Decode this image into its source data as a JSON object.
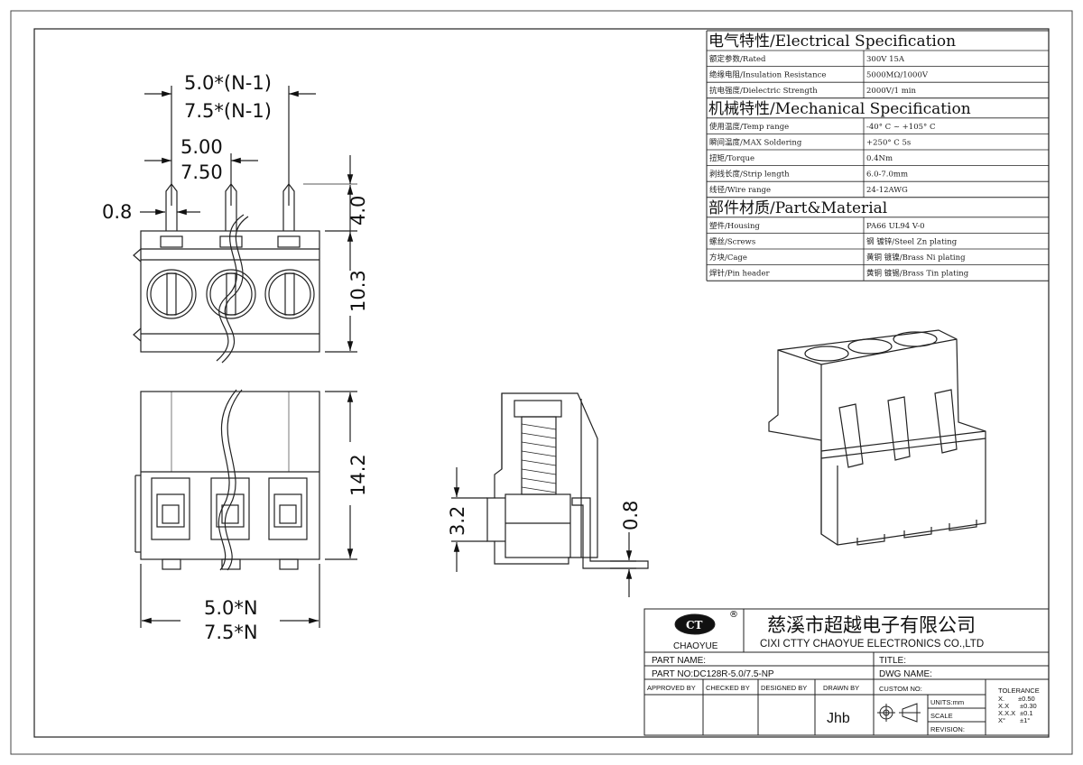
{
  "spec_table": {
    "sections": [
      {
        "title": "电气特性/Electrical Specification",
        "rows": [
          {
            "label": "额定参数/Rated",
            "value": "300V 15A"
          },
          {
            "label": "绝缘电阻/Insulation Resistance",
            "value": "5000MΩ/1000V"
          },
          {
            "label": "抗电强度/Dielectric Strength",
            "value": "2000V/1 min"
          }
        ]
      },
      {
        "title": "机械特性/Mechanical Specification",
        "rows": [
          {
            "label": "使用温度/Temp range",
            "value": "-40° C ~ +105° C"
          },
          {
            "label": "瞬间温度/MAX Soldering",
            "value": "+250° C   5s"
          },
          {
            "label": "扭矩/Torque",
            "value": "0.4Nm"
          },
          {
            "label": "剥线长度/Strip length",
            "value": "6.0-7.0mm"
          },
          {
            "label": "线径/Wire range",
            "value": "24-12AWG"
          }
        ]
      },
      {
        "title": "部件材质/Part&Material",
        "rows": [
          {
            "label": "塑件/Housing",
            "value": "PA66 UL94 V-0"
          },
          {
            "label": "螺丝/Screws",
            "value": "钢 镀锌/Steel Zn plating"
          },
          {
            "label": "方块/Cage",
            "value": "黄铜 镀镍/Brass Ni plating"
          },
          {
            "label": "焊针/Pin header",
            "value": "黄铜 镀锡/Brass Tin plating"
          }
        ]
      }
    ]
  },
  "dimensions": {
    "top_pitch_n1_a": "5.0*(N-1)",
    "top_pitch_n1_b": "7.5*(N-1)",
    "pitch_a": "5.00",
    "pitch_b": "7.50",
    "pin_width": "0.8",
    "pin_height": "4.0",
    "body_height_top": "10.3",
    "body_height_front": "14.2",
    "total_width_a": "5.0*N",
    "total_width_b": "7.5*N",
    "side_height": "3.2",
    "side_pin": "0.8"
  },
  "title_block": {
    "logo_text": "CHAOYUE",
    "logo_mark": "®",
    "company_cn": "慈溪市超越电子有限公司",
    "company_en": "CIXI CTTY CHAOYUE ELECTRONICS CO.,LTD",
    "part_name_label": "PART NAME:",
    "title_label": "TITLE:",
    "part_no": "PART NO:DC128R-5.0/7.5-NP",
    "dwg_name_label": "DWG NAME:",
    "approved_by": "APPROVED BY",
    "checked_by": "CHECKED BY",
    "designed_by": "DESIGNED BY",
    "drawn_by": "DRAWN BY",
    "drawn_by_value": "Jhb",
    "custom_no": "CUSTOM NO:",
    "units": "UNITS:mm",
    "scale": "SCALE",
    "revision": "REVISION:",
    "tolerance_title": "TOLERANCE",
    "tolerances": [
      {
        "key": "X.",
        "value": "±0.50"
      },
      {
        "key": "X.X",
        "value": "±0.30"
      },
      {
        "key": "X.X.X",
        "value": "±0.1"
      },
      {
        "key": "X°",
        "value": "±1°"
      }
    ]
  }
}
